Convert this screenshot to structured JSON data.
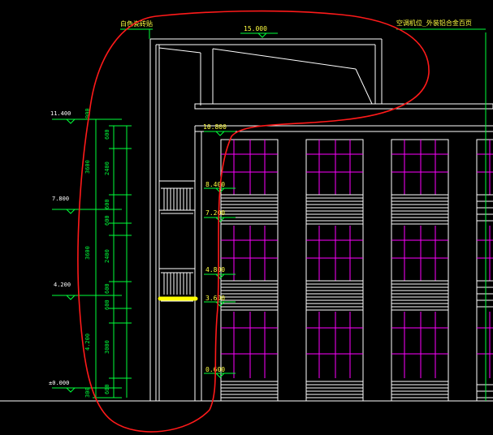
{
  "annotations": {
    "white_tile": "白色瓷砖贴",
    "ac_note": "空调机位_外装铝合金百页"
  },
  "left_levels": [
    "11.400",
    "7.800",
    "4.200",
    "±0.000"
  ],
  "dims_col1": [
    "900",
    "3600",
    "3600",
    "4.200",
    "300"
  ],
  "dims_col2": [
    "600",
    "2400",
    "600",
    "600",
    "2400",
    "600",
    "600",
    "3000",
    "600"
  ],
  "facade_levels": [
    "15.000",
    "10.800",
    "8.400",
    "7.200",
    "4.800",
    "3.600",
    "0.600"
  ],
  "colors": {
    "background": "#000000",
    "lines": "#ffffff",
    "dimension": "#00ff3a",
    "mullions": "#ff00ff",
    "markup": "#ff1a1a",
    "highlight": "#ffff00"
  }
}
